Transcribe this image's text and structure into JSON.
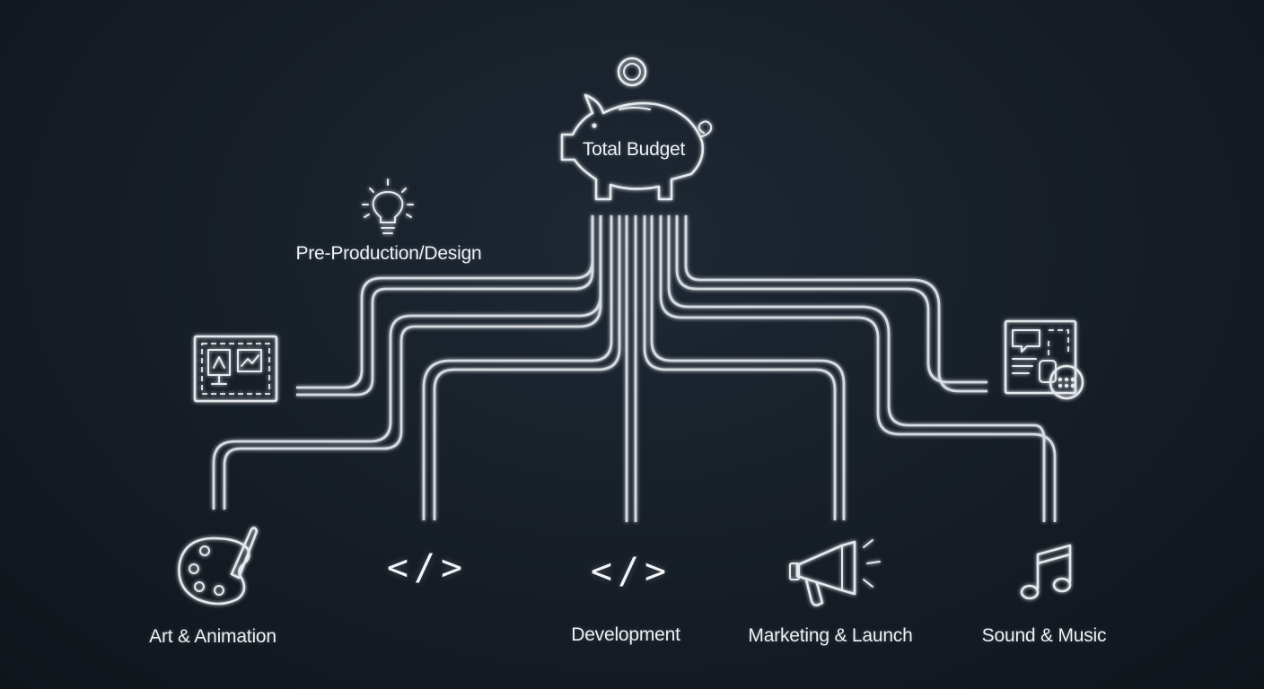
{
  "diagram": {
    "center": {
      "label": "Total Budget",
      "icon": "piggy-bank-icon"
    },
    "floating_label": {
      "label": "Pre-Production/Design",
      "icon": "lightbulb-icon"
    },
    "side_icons": [
      "storyboard-icon",
      "design-doc-icon"
    ],
    "categories": [
      {
        "label": "Art & Animation",
        "icon": "palette-icon"
      },
      {
        "label": "",
        "icon": "code-icon",
        "glyph": "</>"
      },
      {
        "label": "Development",
        "icon": "code-icon",
        "glyph": "</>"
      },
      {
        "label": "Marketing & Launch",
        "icon": "megaphone-icon"
      },
      {
        "label": "Sound & Music",
        "icon": "music-note-icon"
      }
    ],
    "colors": {
      "line": "#d7dce2",
      "text": "#eef2f6",
      "background": "#161d26"
    }
  }
}
